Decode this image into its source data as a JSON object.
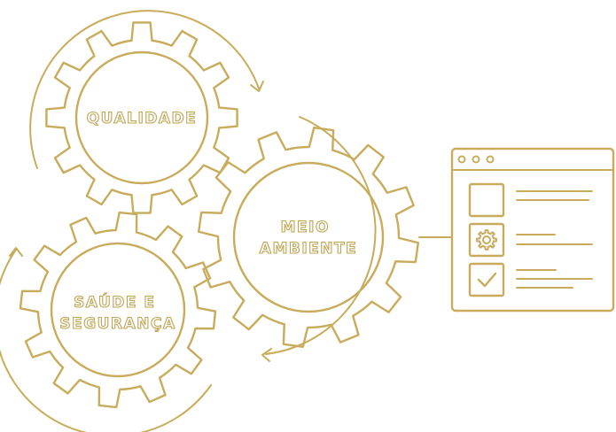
{
  "gears": [
    {
      "id": "quality",
      "lines": [
        "QUALIDADE"
      ]
    },
    {
      "id": "environment",
      "lines": [
        "MEIO",
        "AMBIENTE"
      ]
    },
    {
      "id": "health-safety",
      "lines": [
        "SAÚDE E",
        "SEGURANÇA"
      ]
    }
  ],
  "checklist": {
    "window_dots": 3,
    "items": [
      {
        "state": "empty"
      },
      {
        "state": "gear"
      },
      {
        "state": "checked"
      }
    ]
  },
  "colors": {
    "gold": "#c8ac5c",
    "label_outline": "#bfa453",
    "background": "#ffffff"
  },
  "icons": [
    "gear-icon",
    "checkmark-icon",
    "arrow-icon"
  ]
}
